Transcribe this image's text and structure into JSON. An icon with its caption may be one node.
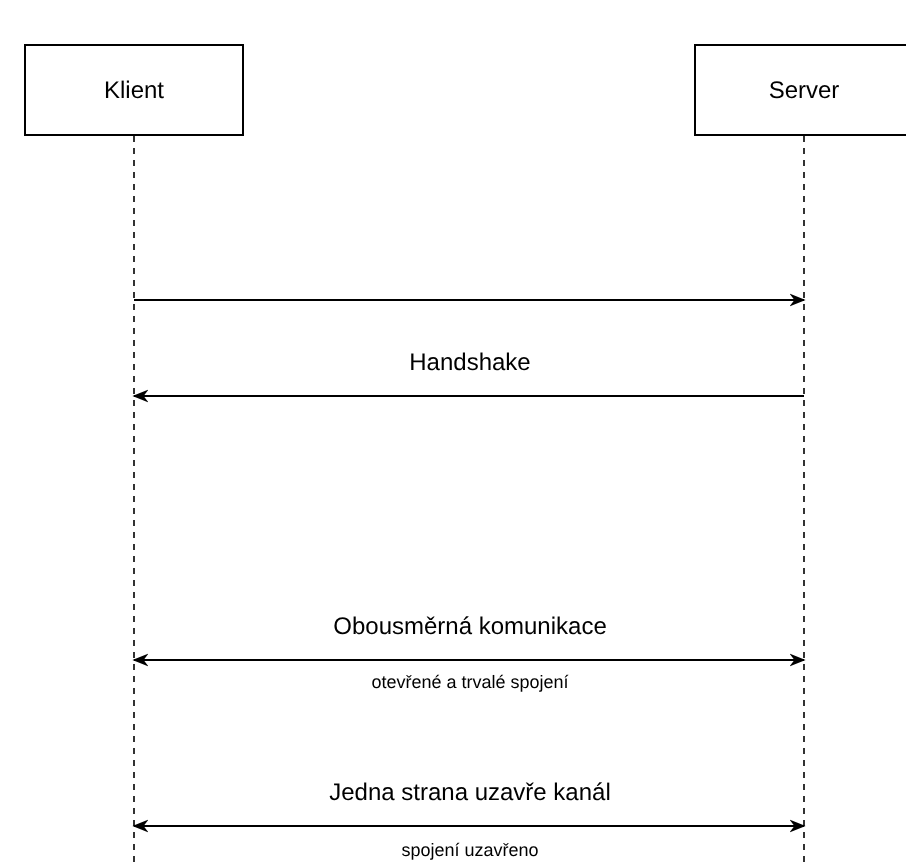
{
  "diagram": {
    "nodes": [
      {
        "text": [
          "Klient"
        ]
      },
      {
        "text": [
          "Server"
        ]
      }
    ],
    "edges": [
      {
        "from": 0,
        "to": 1,
        "arrow": "to"
      },
      {
        "from": 1,
        "to": 0,
        "arrow": "to",
        "label": "Handshake"
      },
      {
        "from": 0,
        "to": 1,
        "arrow": "both",
        "label": "Obousměrná komunikace"
      },
      {
        "from": 0,
        "to": 1,
        "arrow": "both",
        "label": "Jedna strana uzavře kanál"
      }
    ],
    "labels": [
      "otevřené a trvalé spojení",
      "spojení uzavřeno"
    ]
  }
}
